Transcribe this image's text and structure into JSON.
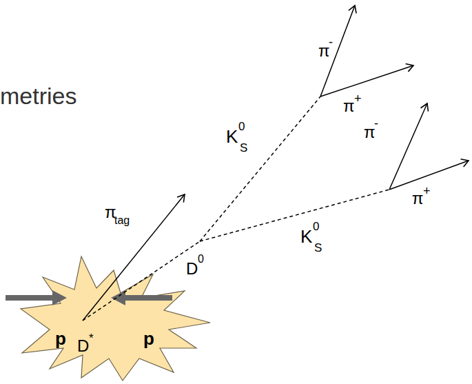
{
  "diagram": {
    "labels": [
      "metries",
      "π",
      "-",
      "π",
      "+",
      "K",
      "0",
      "S",
      "π",
      "-",
      "π",
      "+",
      "π",
      "tag",
      "K",
      "0",
      "S",
      "D",
      "0",
      "p",
      "D",
      "*",
      "p"
    ]
  }
}
